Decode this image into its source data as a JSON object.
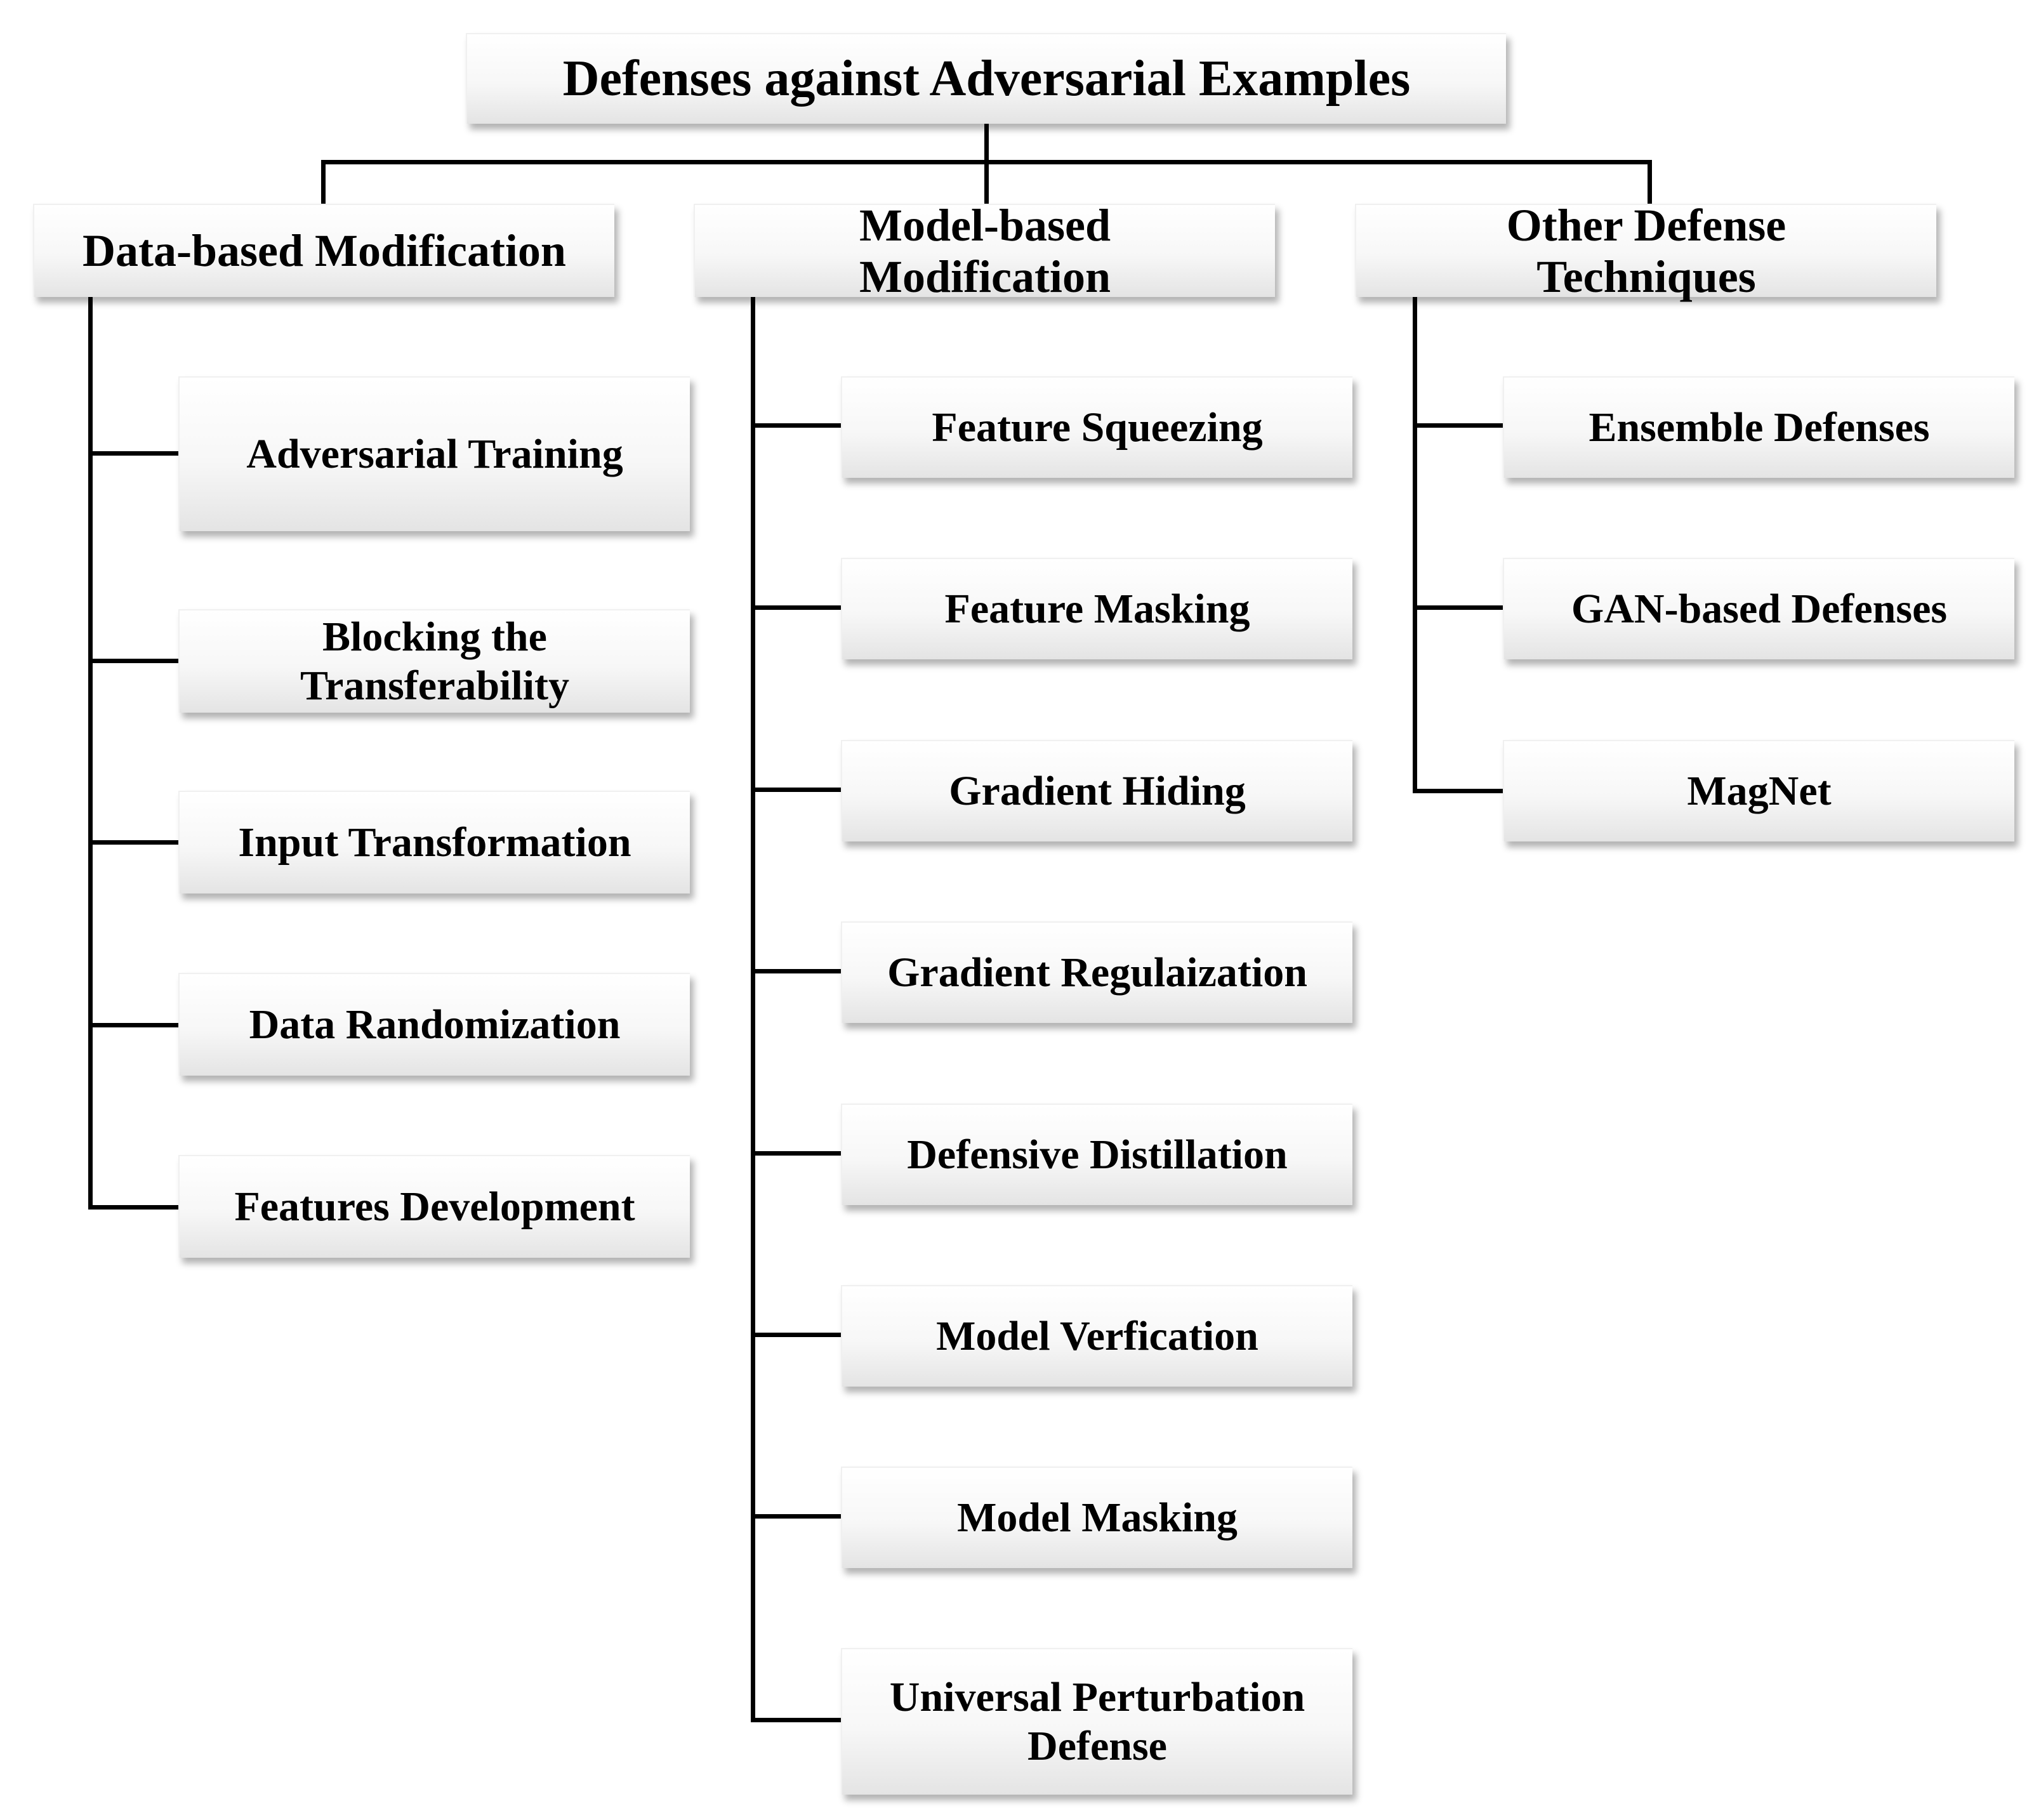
{
  "root": {
    "label": "Defenses against Adversarial Examples"
  },
  "categories": [
    {
      "label": "Data-based Modification",
      "items": [
        "Adversarial Training",
        "Blocking the Transferability",
        "Input Transformation",
        "Data Randomization",
        "Features Development"
      ]
    },
    {
      "label": "Model-based Modification",
      "items": [
        "Feature Squeezing",
        "Feature Masking",
        "Gradient Hiding",
        "Gradient Regulaization",
        "Defensive Distillation",
        "Model Verfication",
        "Model Masking",
        "Universal Perturbation Defense"
      ]
    },
    {
      "label": "Other Defense Techniques",
      "items": [
        "Ensemble Defenses",
        "GAN-based Defenses",
        "MagNet"
      ]
    }
  ]
}
